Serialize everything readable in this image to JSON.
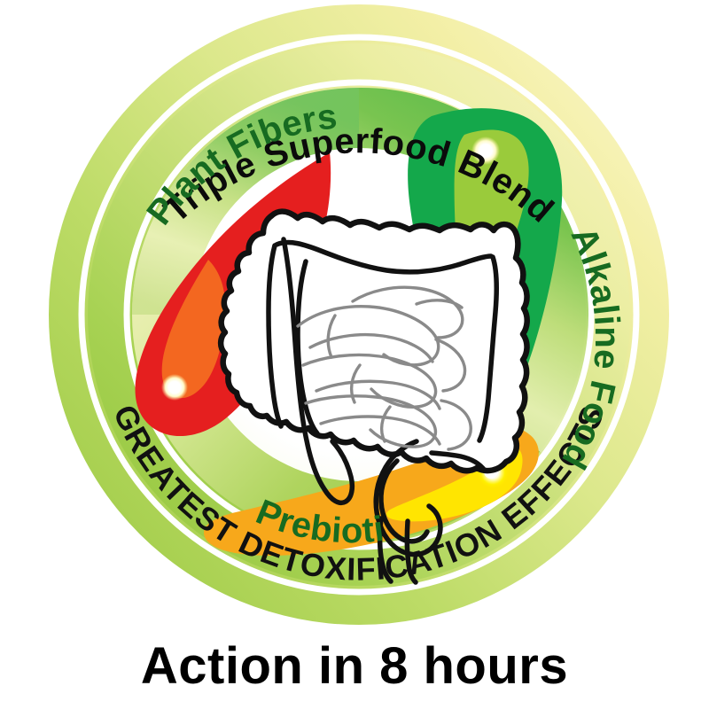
{
  "badge": {
    "outer_arc_top_label": "Triple Superfood Blend",
    "outer_arc_bottom_label": "GREATEST DETOXIFICATION EFFECTS",
    "inner_arc_topleft_label": "Plant Fibers",
    "inner_arc_right_label": "Alkaline Food",
    "inner_arc_bottom_label": "Prebiotics",
    "center_icon_name": "large-intestine-colon-illustration"
  },
  "caption": {
    "text": "Action in 8 hours"
  },
  "colors": {
    "ring_outer_pale_yellow": "#F2EFA8",
    "ring_outer_yellow_green": "#A8CF52",
    "ring_inner_green": "#5FBB46",
    "ring_inner_light": "#E4EFA0",
    "ring_divider_white": "#FFFFFF",
    "center_white": "#FFFFFF",
    "drop_red": "#E51F1F",
    "drop_red_highlight": "#F36B21",
    "drop_green": "#14A84B",
    "drop_green_highlight": "#A9CE3A",
    "drop_yellow": "#F7A81B",
    "drop_yellow_highlight": "#FFE800",
    "text_black": "#0B0B0B",
    "text_green": "#176B21",
    "colon_outline": "#111111",
    "small_intestine_gray": "#8A8A8A"
  },
  "shapes": {
    "drop_plant_fibers_name": "red-teardrop-plant-fibers",
    "drop_alkaline_food_name": "green-teardrop-alkaline-food",
    "drop_prebiotics_name": "yellow-teardrop-prebiotics"
  }
}
